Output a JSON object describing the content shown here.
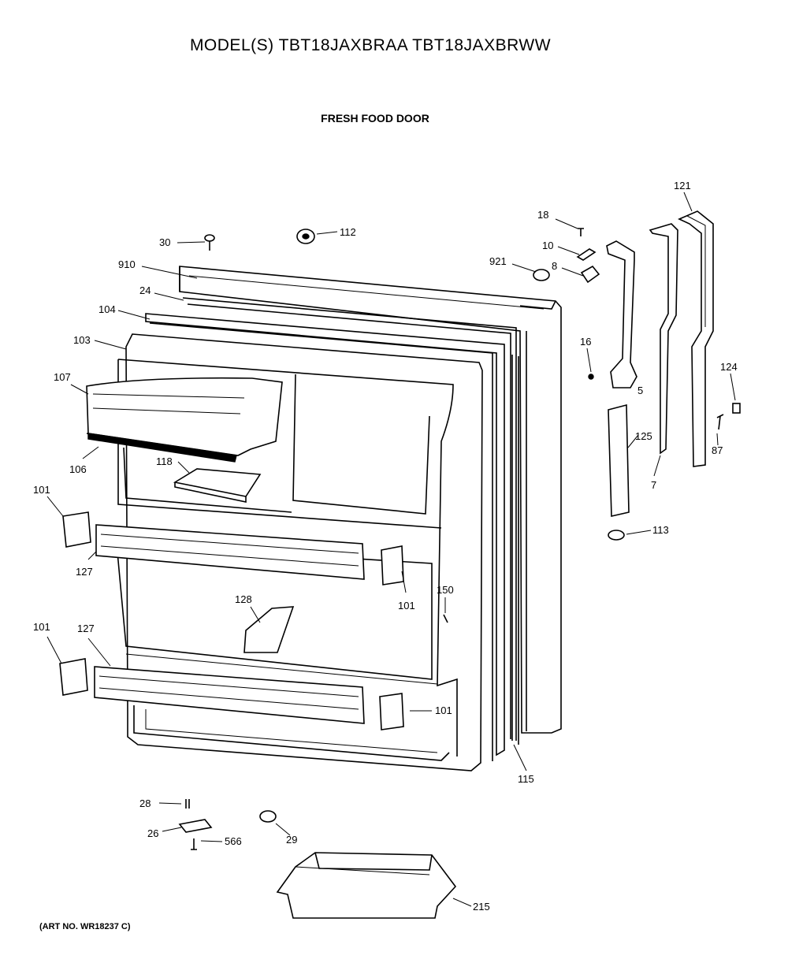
{
  "header": {
    "model_title": "MODEL(S) TBT18JAXBRAA  TBT18JAXBRWW",
    "section_title": "FRESH FOOD DOOR"
  },
  "footer": {
    "art_no": "(ART NO. WR18237 C)"
  },
  "callouts": {
    "p18": "18",
    "p121": "121",
    "p30": "30",
    "p112": "112",
    "p10": "10",
    "p921": "921",
    "p8": "8",
    "p910": "910",
    "p24": "24",
    "p104": "104",
    "p103": "103",
    "p16": "16",
    "p124": "124",
    "p107": "107",
    "p5": "5",
    "p125": "125",
    "p87": "87",
    "p106": "106",
    "p118": "118",
    "p7": "7",
    "p101_a": "101",
    "p113": "113",
    "p127_a": "127",
    "p128": "128",
    "p101_b": "101",
    "p150": "150",
    "p101_c": "101",
    "p127_b": "127",
    "p101_d": "101",
    "p115": "115",
    "p28": "28",
    "p26": "26",
    "p566": "566",
    "p29": "29",
    "p215": "215"
  }
}
